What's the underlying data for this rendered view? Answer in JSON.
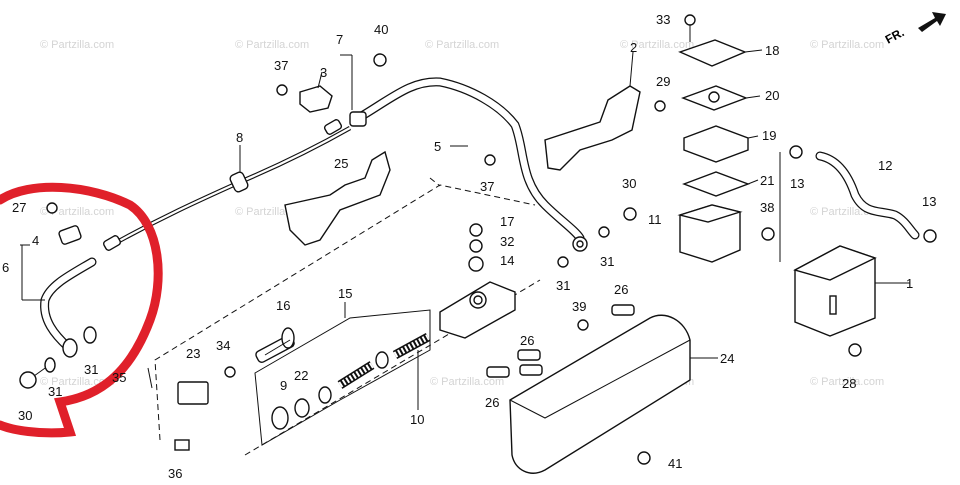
{
  "watermark": "© Partzilla.com",
  "direction_label": "FR.",
  "callouts": [
    {
      "id": "c1",
      "text": "1"
    },
    {
      "id": "c2",
      "text": "2"
    },
    {
      "id": "c3",
      "text": "3"
    },
    {
      "id": "c4",
      "text": "4"
    },
    {
      "id": "c5",
      "text": "5"
    },
    {
      "id": "c6",
      "text": "6"
    },
    {
      "id": "c7",
      "text": "7"
    },
    {
      "id": "c8",
      "text": "8"
    },
    {
      "id": "c9",
      "text": "9"
    },
    {
      "id": "c10",
      "text": "10"
    },
    {
      "id": "c11",
      "text": "11"
    },
    {
      "id": "c12",
      "text": "12"
    },
    {
      "id": "c13a",
      "text": "13"
    },
    {
      "id": "c13b",
      "text": "13"
    },
    {
      "id": "c14",
      "text": "14"
    },
    {
      "id": "c15",
      "text": "15"
    },
    {
      "id": "c16",
      "text": "16"
    },
    {
      "id": "c17",
      "text": "17"
    },
    {
      "id": "c18",
      "text": "18"
    },
    {
      "id": "c19",
      "text": "19"
    },
    {
      "id": "c20",
      "text": "20"
    },
    {
      "id": "c21",
      "text": "21"
    },
    {
      "id": "c22",
      "text": "22"
    },
    {
      "id": "c23",
      "text": "23"
    },
    {
      "id": "c24",
      "text": "24"
    },
    {
      "id": "c25",
      "text": "25"
    },
    {
      "id": "c26a",
      "text": "26"
    },
    {
      "id": "c26b",
      "text": "26"
    },
    {
      "id": "c26c",
      "text": "26"
    },
    {
      "id": "c27",
      "text": "27"
    },
    {
      "id": "c28",
      "text": "28"
    },
    {
      "id": "c29",
      "text": "29"
    },
    {
      "id": "c30a",
      "text": "30"
    },
    {
      "id": "c30b",
      "text": "30"
    },
    {
      "id": "c31a",
      "text": "31"
    },
    {
      "id": "c31b",
      "text": "31"
    },
    {
      "id": "c31c",
      "text": "31"
    },
    {
      "id": "c31d",
      "text": "31"
    },
    {
      "id": "c32",
      "text": "32"
    },
    {
      "id": "c33",
      "text": "33"
    },
    {
      "id": "c34",
      "text": "34"
    },
    {
      "id": "c35",
      "text": "35"
    },
    {
      "id": "c36",
      "text": "36"
    },
    {
      "id": "c37a",
      "text": "37"
    },
    {
      "id": "c37b",
      "text": "37"
    },
    {
      "id": "c38",
      "text": "38"
    },
    {
      "id": "c39",
      "text": "39"
    },
    {
      "id": "c40",
      "text": "40"
    },
    {
      "id": "c41",
      "text": "41"
    }
  ],
  "highlight_color": "#e0202a"
}
